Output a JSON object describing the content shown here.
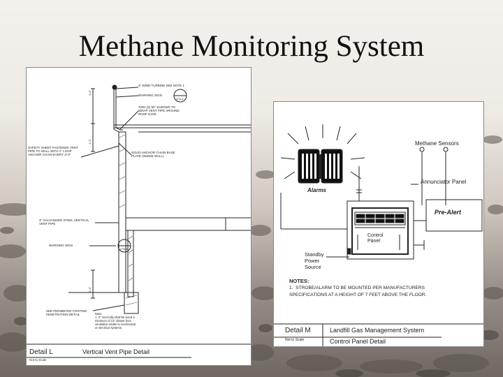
{
  "slide": {
    "title": "Methane Monitoring System"
  },
  "left_detail": {
    "callouts": {
      "wind_turbine": "3\" WIND TURBINE SEE NOTE 1",
      "warning_sign_top": "WARNING SIGN",
      "elbows": "TWO (2) 90° ELBOWS TO WRAP VENT PIPE AROUND ROOF EAVE",
      "anchor_chain": "SAFETY SHEET FASTENER VENT PIPE TO WALL WITH 1\" LOOP ANCHOR CHAIN EVERY 3'-0\"",
      "base_plate": "SOLID ANCHOR CHAIN BASE PLATE (INSIDE WALL)",
      "galvanized_pipe": "3\" GALVANIZED STEEL VERTICAL VENT PIPE",
      "warning_sign_mid": "WARNING SIGN",
      "footing_detail": "SEE PERIMETER FOOTING PENETRATION DETAIL",
      "note": "Note:\n1. 3\" Vent fully shall be sized a\nminimum of 12\" distant from\nventilation intake to mechanical\nor electrical systems.",
      "ref_top": "LF6-4",
      "ref_mid": "LF6-4"
    },
    "dims": {
      "top": "3'-0\"",
      "second": "1'-0\"",
      "lower": "3'-0\""
    },
    "title_block": {
      "detail": "Detail L",
      "name": "Vertical Vent Pipe Detail",
      "scale": "Not to Scale"
    }
  },
  "right_detail": {
    "labels": {
      "methane_sensors": "Methane Sensors",
      "alarms": "Alarms",
      "annunciator_panel": "Annunciator Panel",
      "pre_alert": "Pre-Alert",
      "control_panel": "Control\nPanel",
      "standby_power": "Standby\nPower\nSource"
    },
    "notes_title": "NOTES:",
    "notes_text": "1.  STROBE/ALARM TO BE MOUNTED PER MANUFACTURERS\nSPECIFICATIONS AT A HEIGHT OF 7 FEET ABOVE THE FLOOR.",
    "title_block": {
      "detail": "Detail M",
      "scale": "Not to Scale",
      "line1": "Landfill Gas Management System",
      "line2": "Control Panel Detail"
    }
  },
  "colors": {
    "sheet": "#ffffff",
    "line": "#222222",
    "title_text": "#111111"
  }
}
